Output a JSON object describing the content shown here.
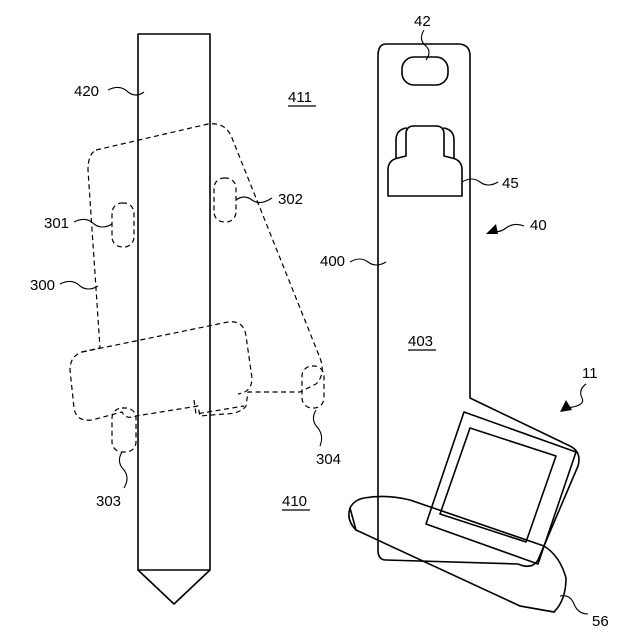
{
  "labels": {
    "l420": "420",
    "l411": "411",
    "l301": "301",
    "l302": "302",
    "l300": "300",
    "l303": "303",
    "l304": "304",
    "l410": "410",
    "l42": "42",
    "l45": "45",
    "l40": "40",
    "l400": "400",
    "l403": "403",
    "l11": "11",
    "l56": "56"
  },
  "underlined_labels": [
    "411",
    "403",
    "410"
  ]
}
